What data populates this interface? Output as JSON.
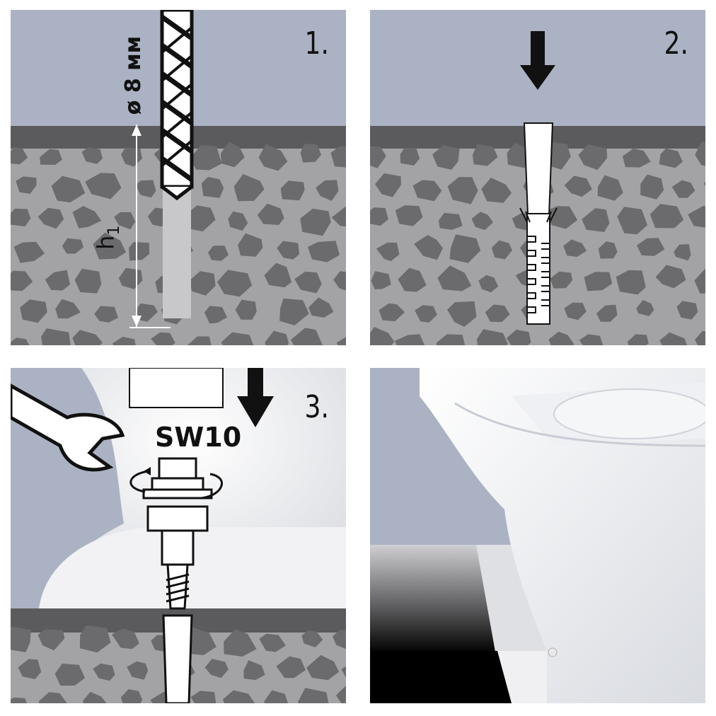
{
  "steps": [
    {
      "id": "1",
      "label": "1.",
      "drill_diameter": "ø 8 мм",
      "depth_label": "h",
      "depth_subscript": "1"
    },
    {
      "id": "2",
      "label": "2."
    },
    {
      "id": "3",
      "label": "3.",
      "wrench_size": "SW10"
    },
    {
      "id": "4",
      "label": ""
    }
  ],
  "colors": {
    "wall": "#abb2c3",
    "floor_band": "#5b5b5d",
    "floor_base": "#a3a3a5",
    "stone": "#6b6b6d",
    "metal": "#ffffff",
    "ink": "#111111"
  },
  "icons": [
    "drill-bit-icon",
    "down-arrow-icon",
    "wall-plug-icon",
    "wrench-icon",
    "bolt-icon",
    "rotation-arrow-icon",
    "toilet-icon"
  ]
}
